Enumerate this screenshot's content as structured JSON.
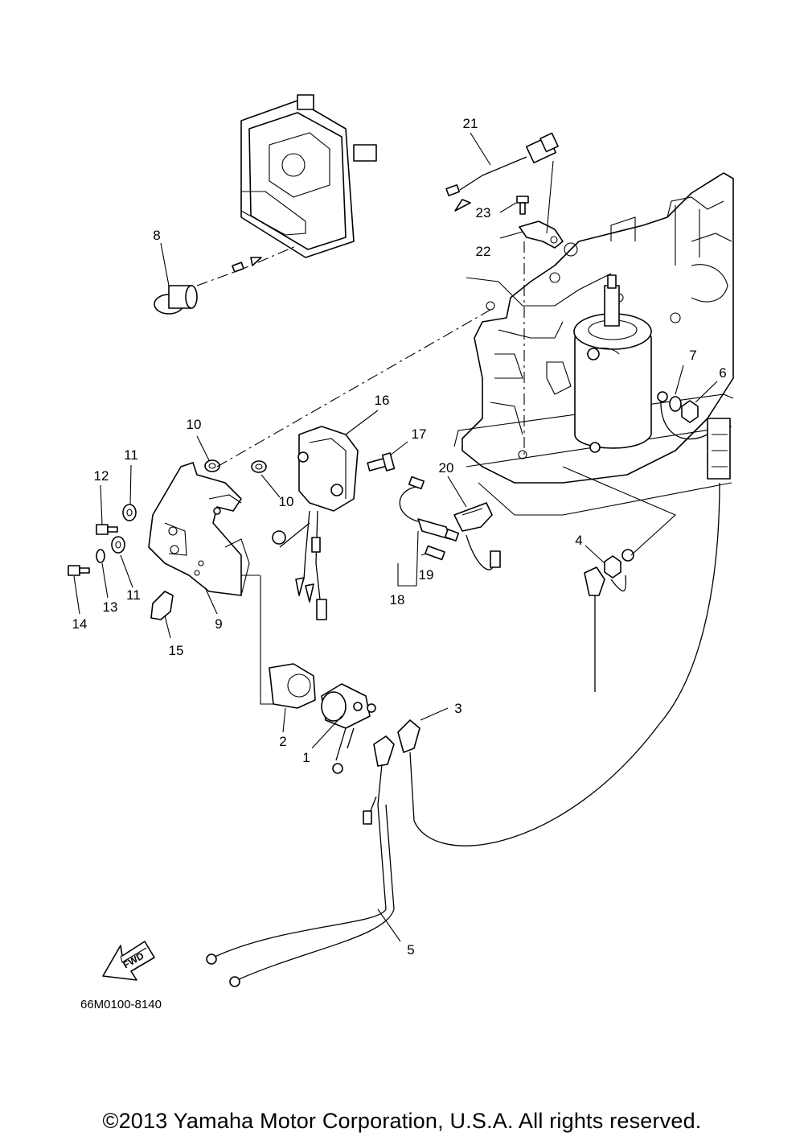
{
  "diagram": {
    "drawing_code": "66M0100-8140",
    "direction_label": "FWD",
    "copyright": "©2013 Yamaha Motor Corporation, U.S.A. All rights reserved.",
    "callouts": [
      "1",
      "2",
      "3",
      "4",
      "5",
      "6",
      "7",
      "8",
      "9",
      "10",
      "10",
      "11",
      "11",
      "12",
      "13",
      "14",
      "15",
      "16",
      "17",
      "18",
      "19",
      "20",
      "21",
      "22",
      "23"
    ]
  }
}
